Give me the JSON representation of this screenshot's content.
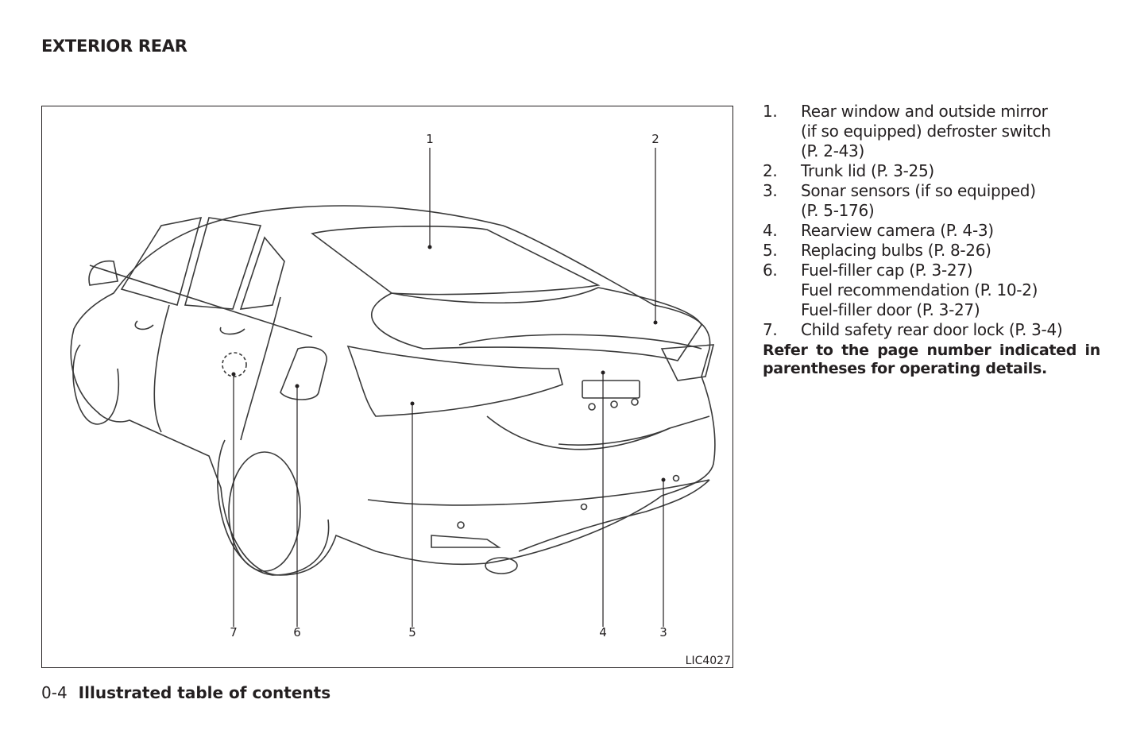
{
  "page_title": "EXTERIOR REAR",
  "figure": {
    "id": "LIC4027",
    "callouts": [
      "1",
      "2",
      "3",
      "4",
      "5",
      "6",
      "7"
    ]
  },
  "items": [
    {
      "num": "1.",
      "lines": [
        "Rear window and outside mirror",
        "(if so equipped) defroster switch",
        "(P. 2-43)"
      ]
    },
    {
      "num": "2.",
      "lines": [
        "Trunk lid (P. 3-25)"
      ]
    },
    {
      "num": "3.",
      "lines": [
        "Sonar sensors (if so equipped)",
        "(P. 5-176)"
      ]
    },
    {
      "num": "4.",
      "lines": [
        "Rearview camera (P. 4-3)"
      ]
    },
    {
      "num": "5.",
      "lines": [
        "Replacing bulbs (P. 8-26)"
      ]
    },
    {
      "num": "6.",
      "lines": [
        "Fuel-filler cap (P. 3-27)",
        "Fuel recommendation (P. 10-2)",
        "Fuel-filler door (P. 3-27)"
      ]
    },
    {
      "num": "7.",
      "lines": [
        "Child safety rear door lock (P. 3-4)"
      ]
    }
  ],
  "note": "Refer to the page number indicated in parentheses for operating details.",
  "footer": {
    "page": "0-4",
    "section": "Illustrated table of contents"
  }
}
